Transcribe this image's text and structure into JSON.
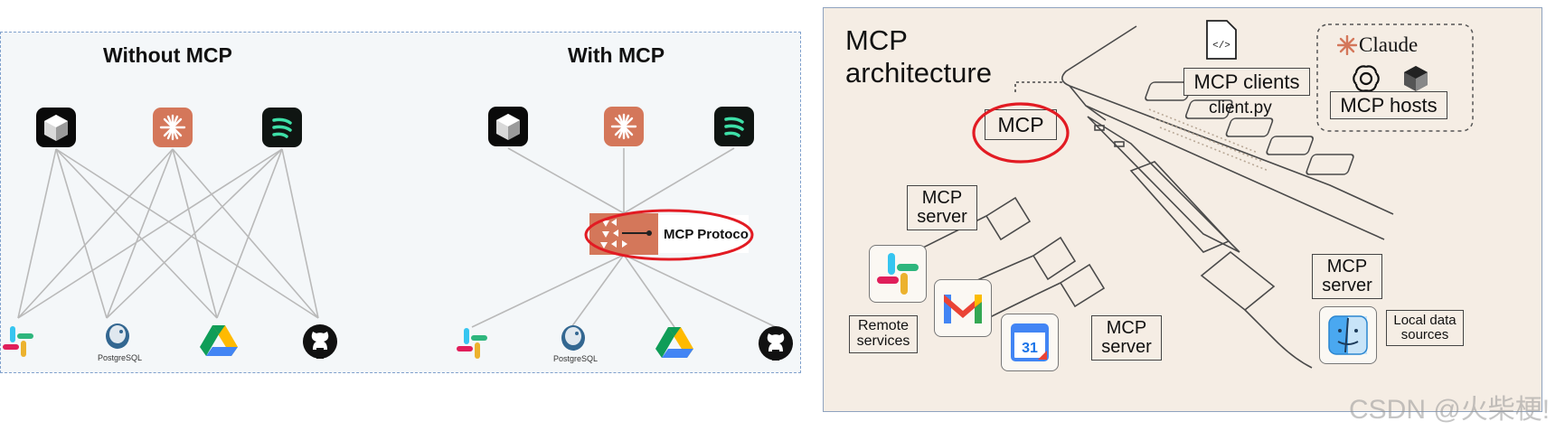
{
  "left": {
    "without_title": "Without MCP",
    "with_title": "With MCP",
    "protocol_label": "MCP Protoco",
    "postgres_label": "PostgreSQL"
  },
  "right": {
    "title_line1": "MCP",
    "title_line2": "architecture",
    "claude_label": "Claude",
    "hosts_label": "MCP hosts",
    "clients_label": "MCP clients",
    "client_file": "client.py",
    "mcp_label": "MCP",
    "server_label_1_line1": "MCP",
    "server_label_1_line2": "server",
    "server_label_2_line1": "MCP",
    "server_label_2_line2": "server",
    "server_label_3_line1": "MCP",
    "server_label_3_line2": "server",
    "remote_line1": "Remote",
    "remote_line2": "services",
    "local_line1": "Local data",
    "local_line2": "sources",
    "calendar_day": "31",
    "watermark": "CSDN @火柴梗!"
  },
  "colors": {
    "accent_orange": "#d4775a",
    "annotation_red": "#e21b23",
    "panel_border": "#7fa0cc"
  }
}
